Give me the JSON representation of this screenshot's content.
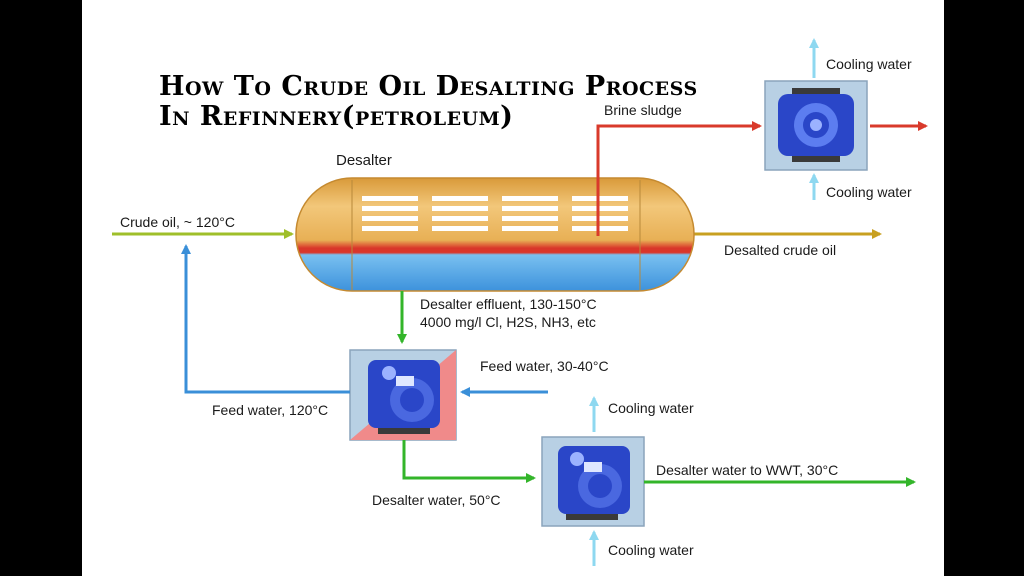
{
  "title": {
    "line1": "How To Crude Oil Desalting Process",
    "line2": "In Refinnery(petroleum)"
  },
  "labels": {
    "desalter": "Desalter",
    "crude_oil": "Crude oil, ~ 120°C",
    "desalted_crude": "Desalted crude oil",
    "brine_sludge": "Brine sludge",
    "cooling_water_top_in": "Cooling water",
    "cooling_water_top_out": "Cooling water",
    "effluent_line1": "Desalter effluent, 130-150°C",
    "effluent_line2": "4000 mg/l Cl, H2S, NH3, etc",
    "feed_water_cold": "Feed water, 30-40°C",
    "feed_water_hot": "Feed water, 120°C",
    "cooling_water_bottom_top": "Cooling water",
    "desalter_water_wwt": "Desalter water to WWT, 30°C",
    "desalter_water_50": "Desalter water, 50°C",
    "cooling_water_bottom_bottom": "Cooling water"
  },
  "colors": {
    "crude": "#9fbf2a",
    "desalted": "#c8a020",
    "brine": "#d93a2b",
    "cooling": "#8ed8f0",
    "feed": "#3a8fd8",
    "effluent": "#33b52a",
    "vessel_top": "#e9b35a",
    "vessel_water": "#4aa8e8",
    "pump_blue": "#2a46c8"
  }
}
